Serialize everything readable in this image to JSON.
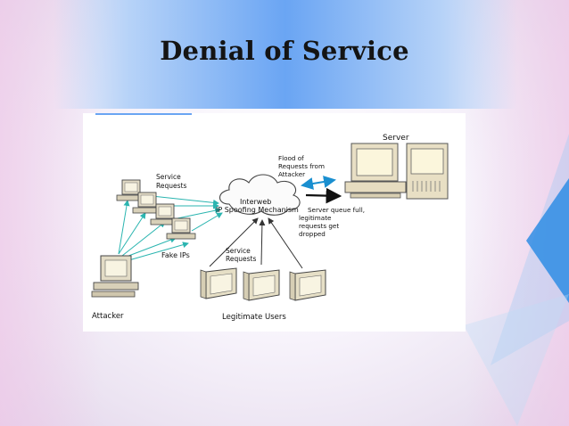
{
  "slide": {
    "title": "Denial of Service"
  },
  "diagram": {
    "server_label": "Server",
    "flood_label": [
      "Flood of",
      "Requests from",
      "Attacker"
    ],
    "service_requests_top": [
      "Service",
      "Requests"
    ],
    "service_requests_bottom": [
      "Service",
      "Requests"
    ],
    "interweb_label": "Interweb",
    "ip_spoofing_label": "IP Spoofing Mechanism",
    "queue_full_label": [
      "Server queue full,",
      "legitimate",
      "requests get",
      "dropped"
    ],
    "fake_ips_label": "Fake IPs",
    "attacker_label": "Attacker",
    "legit_users_label": "Legitimate Users",
    "colors": {
      "arrow_teal": "#2bb5b0",
      "arrow_blue": "#1a8fd0",
      "arrow_dark": "#333333",
      "band": "#6aa5f3",
      "accent_triangle": "#2f8de4"
    }
  }
}
